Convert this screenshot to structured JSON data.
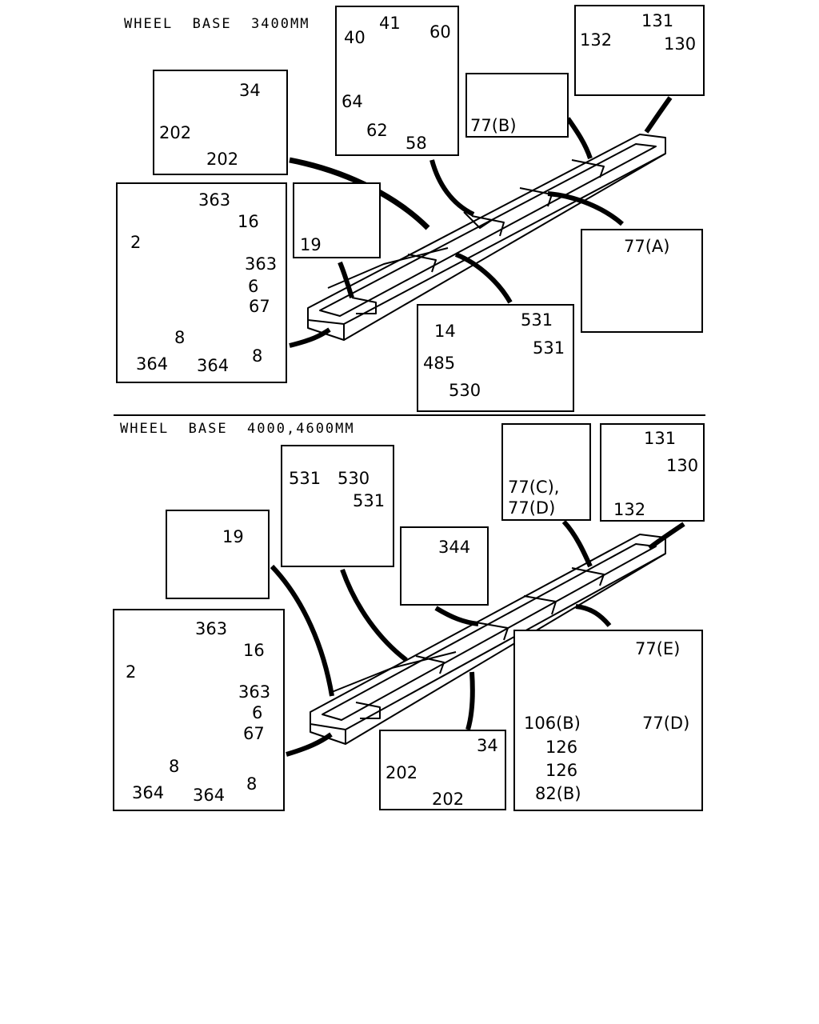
{
  "sections": [
    {
      "title": "WHEEL  BASE  3400MM"
    },
    {
      "title": "WHEEL  BASE  4000,4600MM"
    }
  ],
  "top": {
    "box_34": {
      "labels": [
        "34",
        "202",
        "202"
      ]
    },
    "box_40": {
      "labels": [
        "41",
        "40",
        "60",
        "64",
        "62",
        "58"
      ]
    },
    "box_77b": {
      "labels": [
        "77(B)"
      ]
    },
    "box_131": {
      "labels": [
        "131",
        "132",
        "130"
      ]
    },
    "box_19": {
      "labels": [
        "19"
      ]
    },
    "box_363": {
      "labels": [
        "363",
        "16",
        "2",
        "363",
        "6",
        "67",
        "8",
        "364",
        "364",
        "8"
      ]
    },
    "box_77a": {
      "labels": [
        "77(A)"
      ]
    },
    "box_531": {
      "labels": [
        "14",
        "531",
        "531",
        "485",
        "530"
      ]
    }
  },
  "bottom": {
    "box_77cd": {
      "labels": [
        "77(C),",
        "77(D)"
      ]
    },
    "box_131": {
      "labels": [
        "131",
        "130",
        "132"
      ]
    },
    "box_530": {
      "labels": [
        "531",
        "530",
        "531"
      ]
    },
    "box_19": {
      "labels": [
        "19"
      ]
    },
    "box_344": {
      "labels": [
        "344"
      ]
    },
    "box_363": {
      "labels": [
        "363",
        "16",
        "2",
        "363",
        "6",
        "67",
        "8",
        "364",
        "364",
        "8"
      ]
    },
    "box_34": {
      "labels": [
        "34",
        "202",
        "202"
      ]
    },
    "box_77e": {
      "labels": [
        "77(E)",
        "106(B)",
        "77(D)",
        "126",
        "126",
        "82(B)"
      ]
    }
  }
}
